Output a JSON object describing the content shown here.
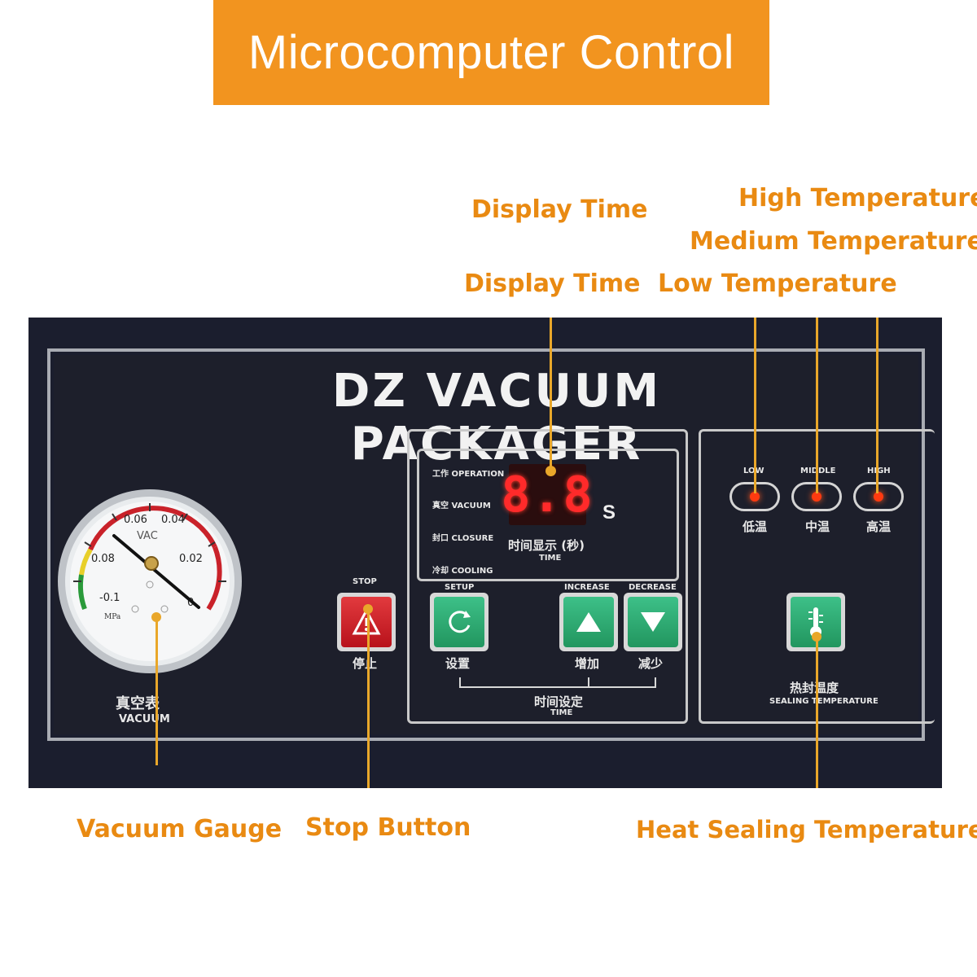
{
  "banner": {
    "title": "Microcomputer Control"
  },
  "callouts": {
    "display_time_top": "Display Time",
    "display_time": "Display Time",
    "high_temp": "High Temperature",
    "medium_temp": "Medium Temperature",
    "low_temp": "Low Temperature",
    "vacuum_gauge": "Vacuum Gauge",
    "stop_button": "Stop Button",
    "heat_sealing": "Heat Sealing Temperature"
  },
  "panel": {
    "title": "DZ VACUUM PACKAGER",
    "status": [
      {
        "cn": "工作",
        "en": "OPERATION"
      },
      {
        "cn": "真空",
        "en": "VACUUM"
      },
      {
        "cn": "封口",
        "en": "CLOSURE"
      },
      {
        "cn": "冷却",
        "en": "COOLING"
      }
    ],
    "lcd_value": "8.8",
    "lcd_unit": "S",
    "time_display_cn": "时间显示 (秒)",
    "time_display_en": "TIME",
    "stop": {
      "en": "STOP",
      "cn": "停止"
    },
    "setup": {
      "en": "SETUP",
      "cn": "设置"
    },
    "increase": {
      "en": "INCREASE",
      "cn": "增加"
    },
    "decrease": {
      "en": "DECREASE",
      "cn": "减少"
    },
    "time_setting_cn": "时间设定",
    "time_setting_en": "TIME",
    "temps": [
      {
        "en": "LOW",
        "cn": "低温"
      },
      {
        "en": "MIDDLE",
        "cn": "中温"
      },
      {
        "en": "HIGH",
        "cn": "高温"
      }
    ],
    "sealing_cn": "热封温度",
    "sealing_en": "SEALING TEMPERATURE",
    "gauge": {
      "brand": "VAC",
      "ticks": [
        "0.06",
        "0.04",
        "0.08",
        "0.02",
        "-0.1",
        "0"
      ],
      "unit": "MPa",
      "label_cn": "真空表",
      "label_en": "VACUUM"
    }
  },
  "colors": {
    "banner": "#f2941f",
    "callout": "#e98a12",
    "panel": "#1b1e2e",
    "button_green": "#2aa56c",
    "button_red": "#d42630",
    "led": "#ff3a10"
  }
}
